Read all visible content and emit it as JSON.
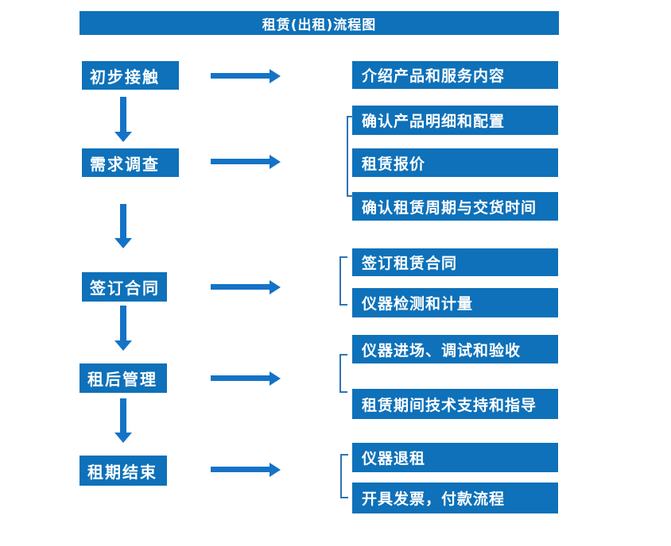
{
  "title": "租赁(出租)流程图",
  "colors": {
    "box_fill": "#0e71b9",
    "arrow": "#1473c6",
    "bracket": "#2e74b5",
    "text": "#ffffff",
    "background": "#ffffff"
  },
  "stages": [
    {
      "label": "初步接触",
      "outputs": [
        "介绍产品和服务内容"
      ]
    },
    {
      "label": "需求调查",
      "outputs": [
        "确认产品明细和配置",
        "租赁报价",
        "确认租赁周期与交货时间"
      ]
    },
    {
      "label": "签订合同",
      "outputs": [
        "签订租赁合同",
        "仪器检测和计量"
      ]
    },
    {
      "label": "租后管理",
      "outputs": [
        "仪器进场、调试和验收",
        "租赁期间技术支持和指导"
      ]
    },
    {
      "label": "租期结束",
      "outputs": [
        "仪器退租",
        "开具发票，付款流程"
      ]
    }
  ]
}
